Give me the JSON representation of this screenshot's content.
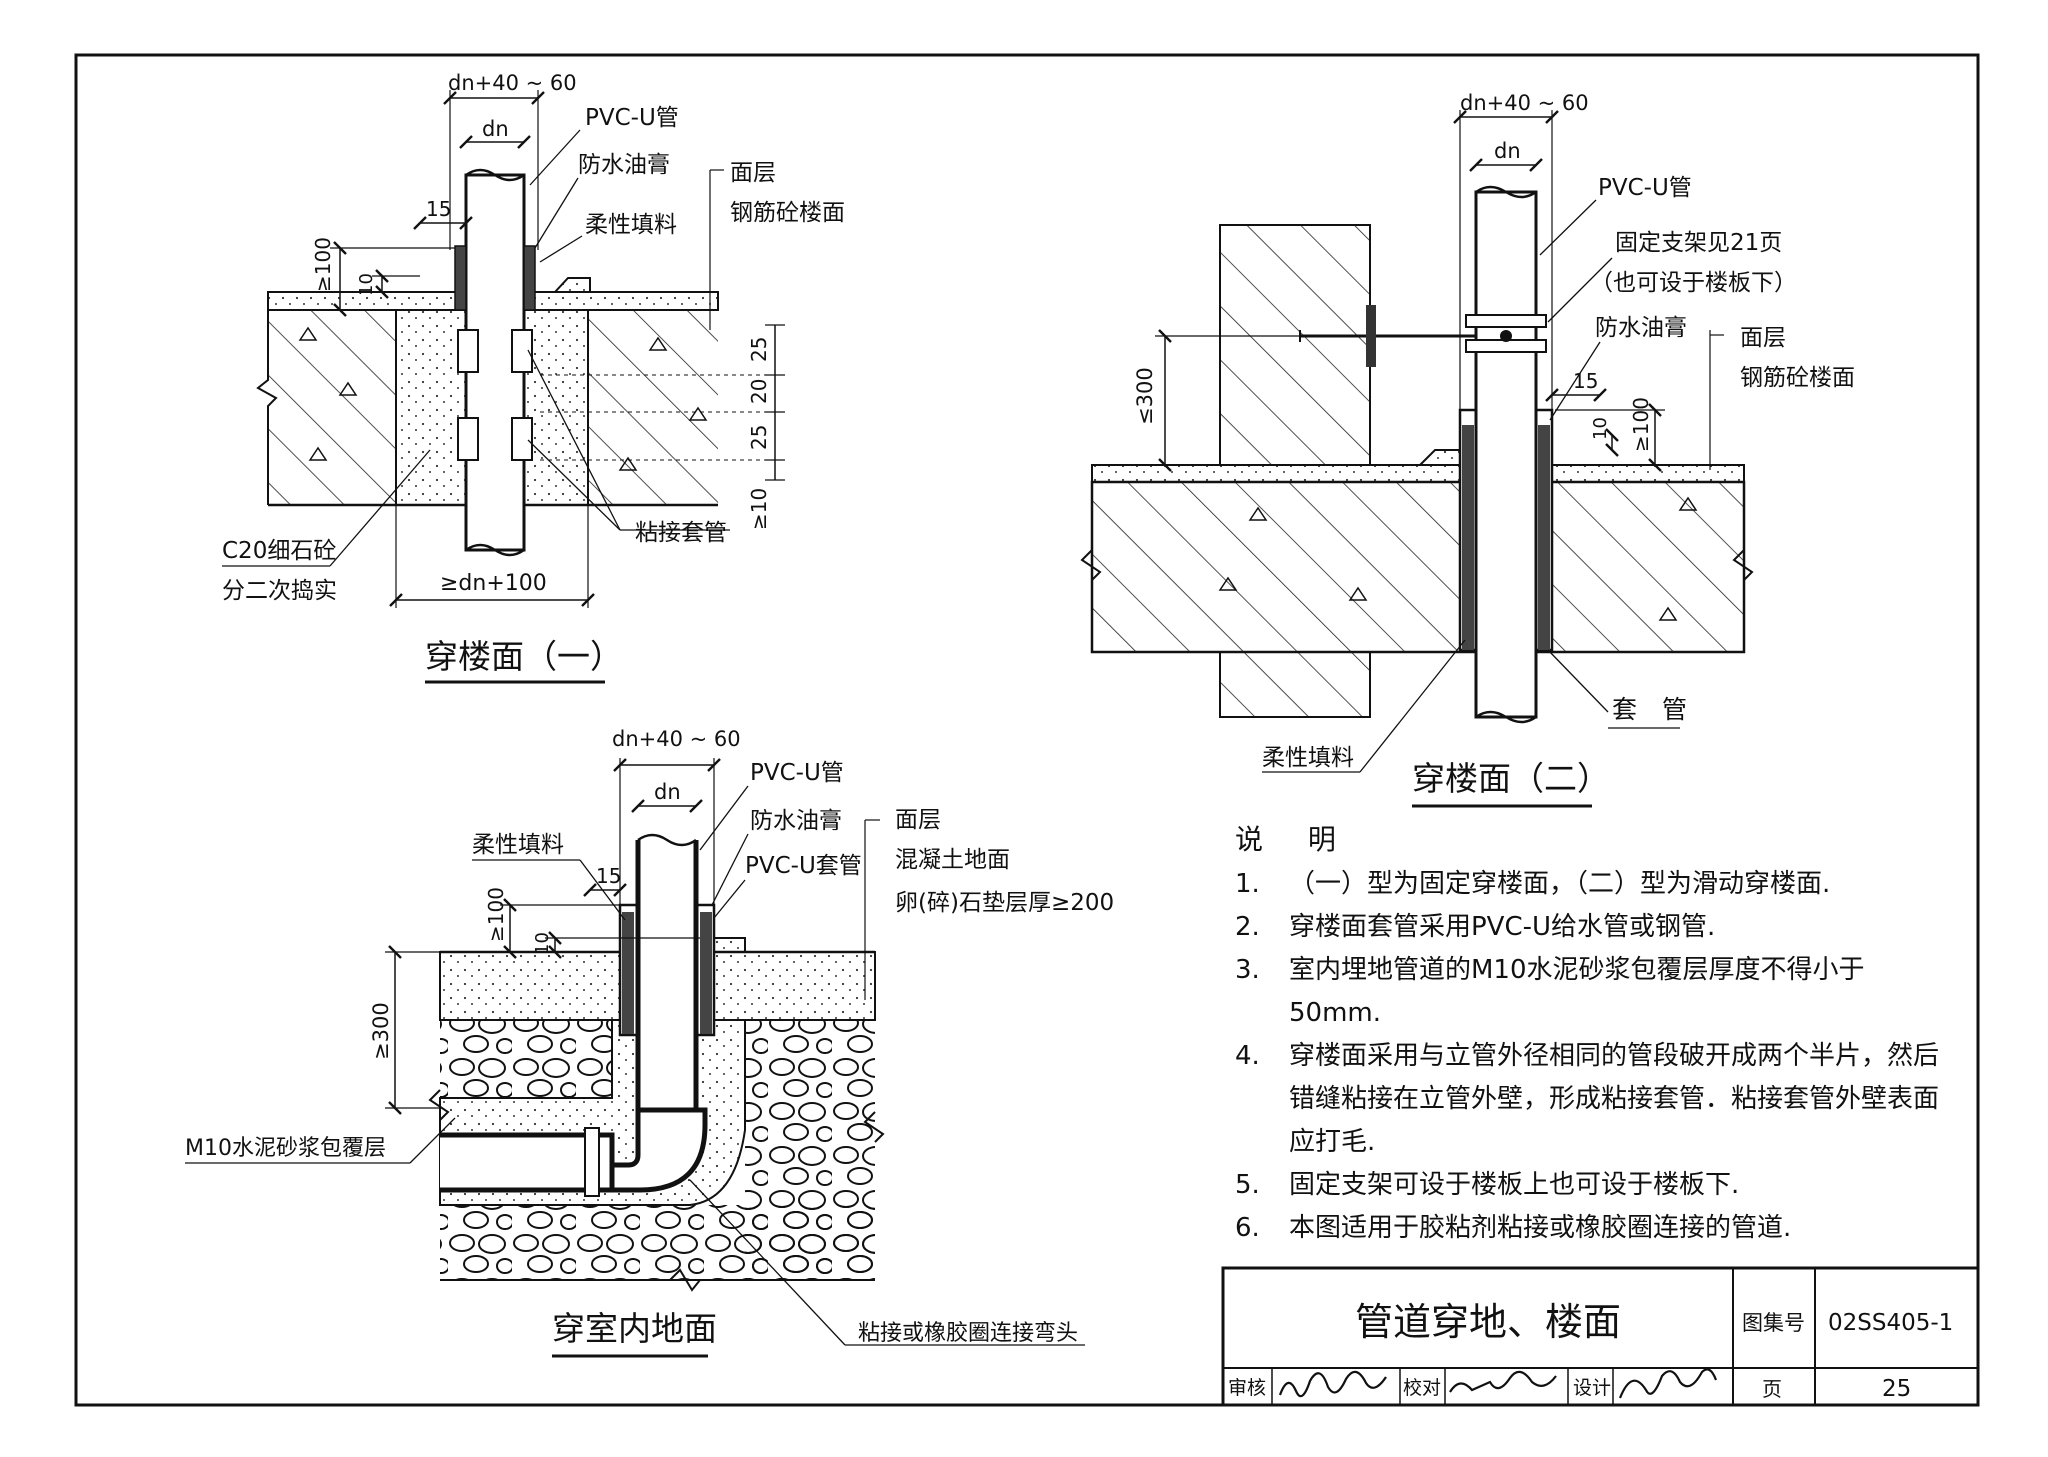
{
  "drawing1": {
    "title": "穿楼面（一）",
    "dim_top": "dn+40 ~ 60",
    "dim_dn": "dn",
    "dim_15": "15",
    "dim_100": "≥100",
    "dim_10": "10",
    "dim_25a": "25",
    "dim_20": "20",
    "dim_25b": "25",
    "dim_10b": "≥10",
    "dim_bottom": "≥dn+100",
    "label_pvc": "PVC-U管",
    "label_waterproof": "防水油膏",
    "label_flexible": "柔性填料",
    "label_surface": "面层",
    "label_slab": "钢筋砼楼面",
    "label_c20": "C20细石砼",
    "label_c20b": "分二次捣实",
    "label_sleeve": "粘接套管"
  },
  "drawing2": {
    "title": "穿楼面（二）",
    "dim_top": "dn+40 ~ 60",
    "dim_dn": "dn",
    "dim_300": "≤300",
    "dim_15": "15",
    "dim_10": "10",
    "dim_100": "≥100",
    "label_pvc": "PVC-U管",
    "label_support": "固定支架见21页",
    "label_support2": "（也可设于楼板下）",
    "label_waterproof": "防水油膏",
    "label_surface": "面层",
    "label_slab": "钢筋砼楼面",
    "label_flexible": "柔性填料",
    "label_sleeve": "套　管"
  },
  "drawing3": {
    "title": "穿室内地面",
    "dim_top": "dn+40 ~ 60",
    "dim_dn": "dn",
    "dim_15": "15",
    "dim_100": "≥100",
    "dim_10": "10",
    "dim_300": "≥300",
    "label_pvc": "PVC-U管",
    "label_waterproof": "防水油膏",
    "label_flexible": "柔性填料",
    "label_pvc_sleeve": "PVC-U套管",
    "label_surface": "面层",
    "label_concrete": "混凝土地面",
    "label_gravel": "卵(碎)石垫层厚≥200",
    "label_mortar": "M10水泥砂浆包覆层",
    "label_elbow": "粘接或橡胶圈连接弯头"
  },
  "notes": {
    "heading": "说 明",
    "items": [
      {
        "num": "1.",
        "text": "（一）型为固定穿楼面，（二）型为滑动穿楼面."
      },
      {
        "num": "2.",
        "text": "穿楼面套管采用PVC-U给水管或钢管."
      },
      {
        "num": "3.",
        "text": "室内埋地管道的M10水泥砂浆包覆层厚度不得小于50mm."
      },
      {
        "num": "4.",
        "text": "穿楼面采用与立管外径相同的管段破开成两个半片，然后错缝粘接在立管外壁，形成粘接套管．粘接套管外壁表面应打毛."
      },
      {
        "num": "5.",
        "text": "固定支架可设于楼板上也可设于楼板下."
      },
      {
        "num": "6.",
        "text": "本图适用于胶粘剂粘接或橡胶圈连接的管道."
      }
    ]
  },
  "titleblock": {
    "title": "管道穿地、楼面",
    "atlas_label": "图集号",
    "atlas_no": "02SS405-1",
    "review_label": "审核",
    "check_label": "校对",
    "design_label": "设计",
    "page_label": "页",
    "page_no": "25"
  }
}
